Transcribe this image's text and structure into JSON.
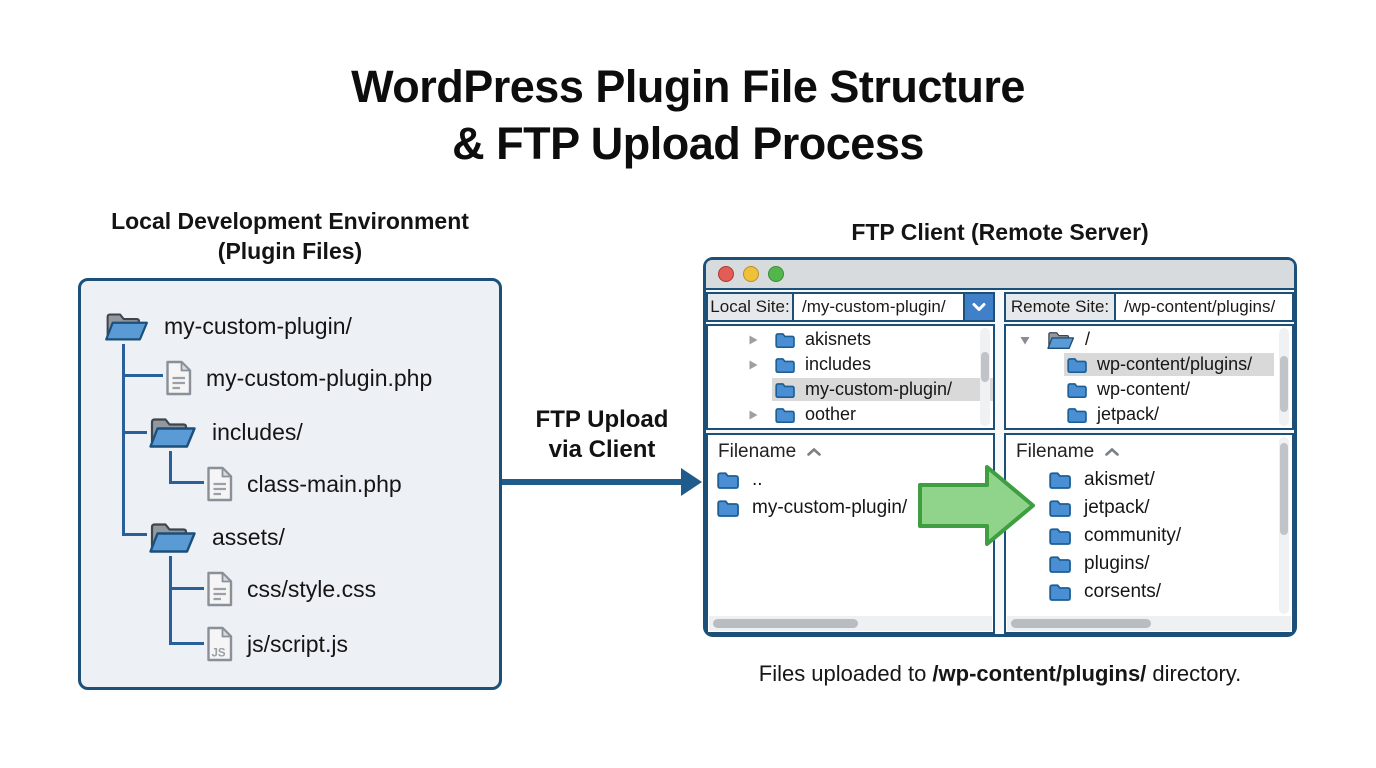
{
  "title": {
    "line1": "WordPress Plugin File Structure",
    "line2": "& FTP Upload Process"
  },
  "local_env": {
    "heading_line1": "Local Development Environment",
    "heading_line2": "(Plugin Files)",
    "tree": [
      {
        "label": "my-custom-plugin/"
      },
      {
        "label": "my-custom-plugin.php"
      },
      {
        "label": "includes/"
      },
      {
        "label": "class-main.php"
      },
      {
        "label": "assets/"
      },
      {
        "label": "css/style.css"
      },
      {
        "label": "js/script.js"
      }
    ]
  },
  "transfer_arrow": {
    "line1": "FTP Upload",
    "line2": "via Client"
  },
  "ftp_client": {
    "heading": "FTP Client (Remote Server)",
    "local_site": {
      "label": "Local Site:",
      "value": "/my-custom-plugin/"
    },
    "remote_site": {
      "label": "Remote Site:",
      "value": "/wp-content/plugins/"
    },
    "local_tree": [
      {
        "label": "akisnets"
      },
      {
        "label": "includes"
      },
      {
        "label": "my-custom-plugin/"
      },
      {
        "label": "oother"
      }
    ],
    "remote_tree": [
      {
        "label": "/"
      },
      {
        "label": "wp-content/plugins/"
      },
      {
        "label": "wp-content/"
      },
      {
        "label": "jetpack/"
      }
    ],
    "local_list": {
      "header": "Filename",
      "rows": [
        {
          "label": ".."
        },
        {
          "label": "my-custom-plugin/"
        }
      ]
    },
    "remote_list": {
      "header": "Filename",
      "rows": [
        {
          "label": "akismet/"
        },
        {
          "label": "jetpack/"
        },
        {
          "label": "community/"
        },
        {
          "label": "plugins/"
        },
        {
          "label": "corsents/"
        }
      ]
    }
  },
  "caption": {
    "prefix": "Files uploaded to ",
    "path": "/wp-content/plugins/",
    "suffix": " directory."
  },
  "colors": {
    "outline_blue": "#1d5078",
    "connector_blue": "#2a6099",
    "arrow_blue": "#1f5c8b",
    "folder_blue": "#4a8fd3",
    "open_folder_blue": "#5b9bd5",
    "dropdown_blue": "#3f80c8",
    "green_arrow_fill": "#8fd48a",
    "green_arrow_stroke": "#3f9e3f",
    "local_box_bg": "#edf1f6",
    "titlebar_bg": "#d7dbde",
    "selected_row_bg": "#d9d9d9",
    "traffic_red": "#e25d55",
    "traffic_yellow": "#efc13a",
    "traffic_green": "#52b64d"
  }
}
